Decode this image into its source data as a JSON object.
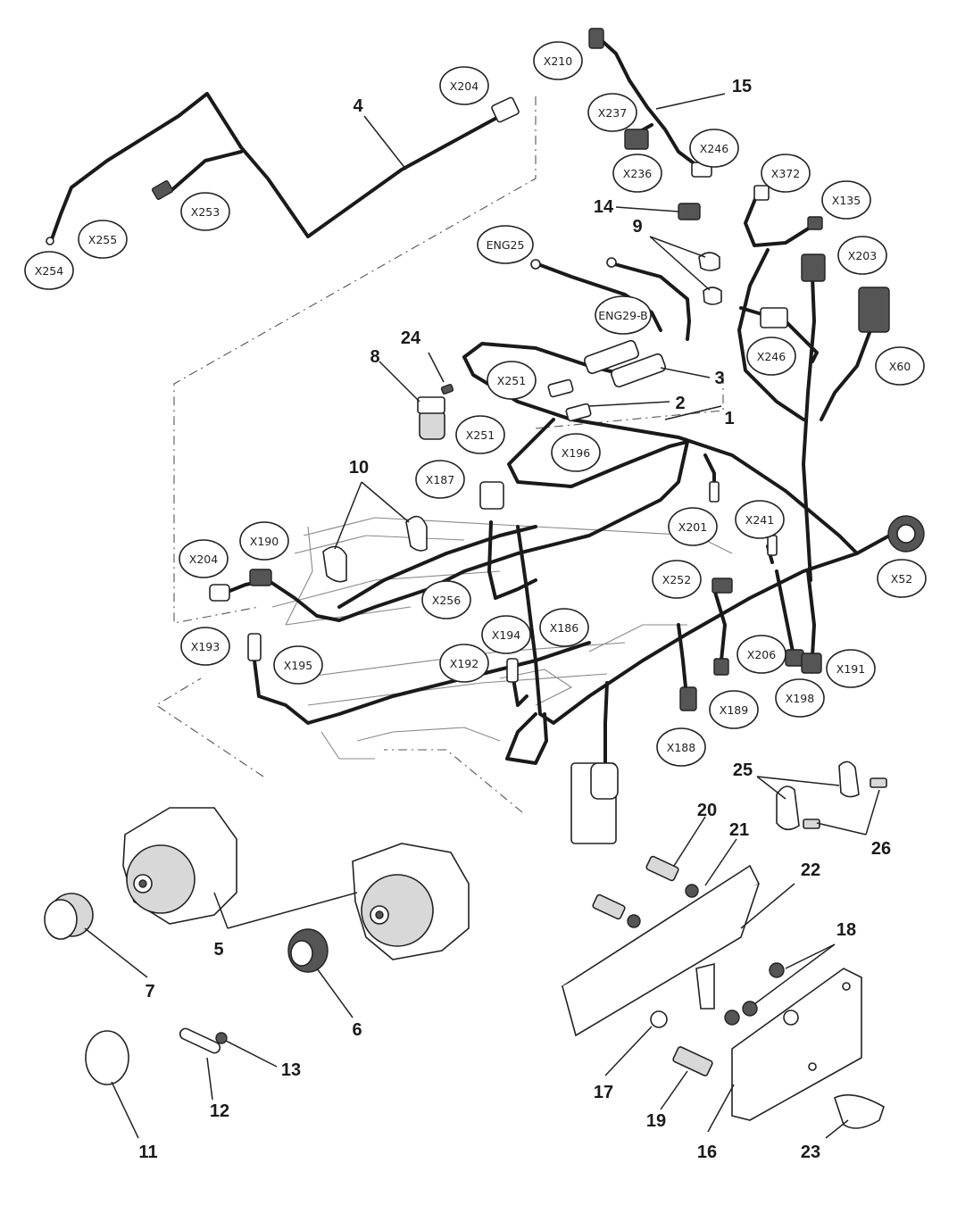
{
  "connectors": [
    {
      "id": "x210",
      "label": "X210"
    },
    {
      "id": "x204-top",
      "label": "X204"
    },
    {
      "id": "x237",
      "label": "X237"
    },
    {
      "id": "x246-top",
      "label": "X246"
    },
    {
      "id": "x236",
      "label": "X236"
    },
    {
      "id": "x372",
      "label": "X372"
    },
    {
      "id": "x135",
      "label": "X135"
    },
    {
      "id": "x253",
      "label": "X253"
    },
    {
      "id": "x255",
      "label": "X255"
    },
    {
      "id": "x254",
      "label": "X254"
    },
    {
      "id": "eng25",
      "label": "ENG25"
    },
    {
      "id": "x203",
      "label": "X203"
    },
    {
      "id": "eng29b",
      "label": "ENG29-B"
    },
    {
      "id": "x246-mid",
      "label": "X246"
    },
    {
      "id": "x60",
      "label": "X60"
    },
    {
      "id": "x251-a",
      "label": "X251"
    },
    {
      "id": "x251-b",
      "label": "X251"
    },
    {
      "id": "x196",
      "label": "X196"
    },
    {
      "id": "x187",
      "label": "X187"
    },
    {
      "id": "x241",
      "label": "X241"
    },
    {
      "id": "x201",
      "label": "X201"
    },
    {
      "id": "x190",
      "label": "X190"
    },
    {
      "id": "x204-left",
      "label": "X204"
    },
    {
      "id": "x52",
      "label": "X52"
    },
    {
      "id": "x252",
      "label": "X252"
    },
    {
      "id": "x256",
      "label": "X256"
    },
    {
      "id": "x186",
      "label": "X186"
    },
    {
      "id": "x194",
      "label": "X194"
    },
    {
      "id": "x193",
      "label": "X193"
    },
    {
      "id": "x195",
      "label": "X195"
    },
    {
      "id": "x192",
      "label": "X192"
    },
    {
      "id": "x206",
      "label": "X206"
    },
    {
      "id": "x191",
      "label": "X191"
    },
    {
      "id": "x189",
      "label": "X189"
    },
    {
      "id": "x198",
      "label": "X198"
    },
    {
      "id": "x188",
      "label": "X188"
    }
  ],
  "callouts": [
    {
      "id": "c1",
      "label": "1"
    },
    {
      "id": "c2",
      "label": "2"
    },
    {
      "id": "c3",
      "label": "3"
    },
    {
      "id": "c4",
      "label": "4"
    },
    {
      "id": "c5",
      "label": "5"
    },
    {
      "id": "c6",
      "label": "6"
    },
    {
      "id": "c7",
      "label": "7"
    },
    {
      "id": "c8",
      "label": "8"
    },
    {
      "id": "c9",
      "label": "9"
    },
    {
      "id": "c10",
      "label": "10"
    },
    {
      "id": "c11",
      "label": "11"
    },
    {
      "id": "c12",
      "label": "12"
    },
    {
      "id": "c13",
      "label": "13"
    },
    {
      "id": "c14",
      "label": "14"
    },
    {
      "id": "c15",
      "label": "15"
    },
    {
      "id": "c16",
      "label": "16"
    },
    {
      "id": "c17",
      "label": "17"
    },
    {
      "id": "c18",
      "label": "18"
    },
    {
      "id": "c19",
      "label": "19"
    },
    {
      "id": "c20",
      "label": "20"
    },
    {
      "id": "c21",
      "label": "21"
    },
    {
      "id": "c22",
      "label": "22"
    },
    {
      "id": "c23",
      "label": "23"
    },
    {
      "id": "c24",
      "label": "24"
    },
    {
      "id": "c25",
      "label": "25"
    },
    {
      "id": "c26",
      "label": "26"
    }
  ]
}
